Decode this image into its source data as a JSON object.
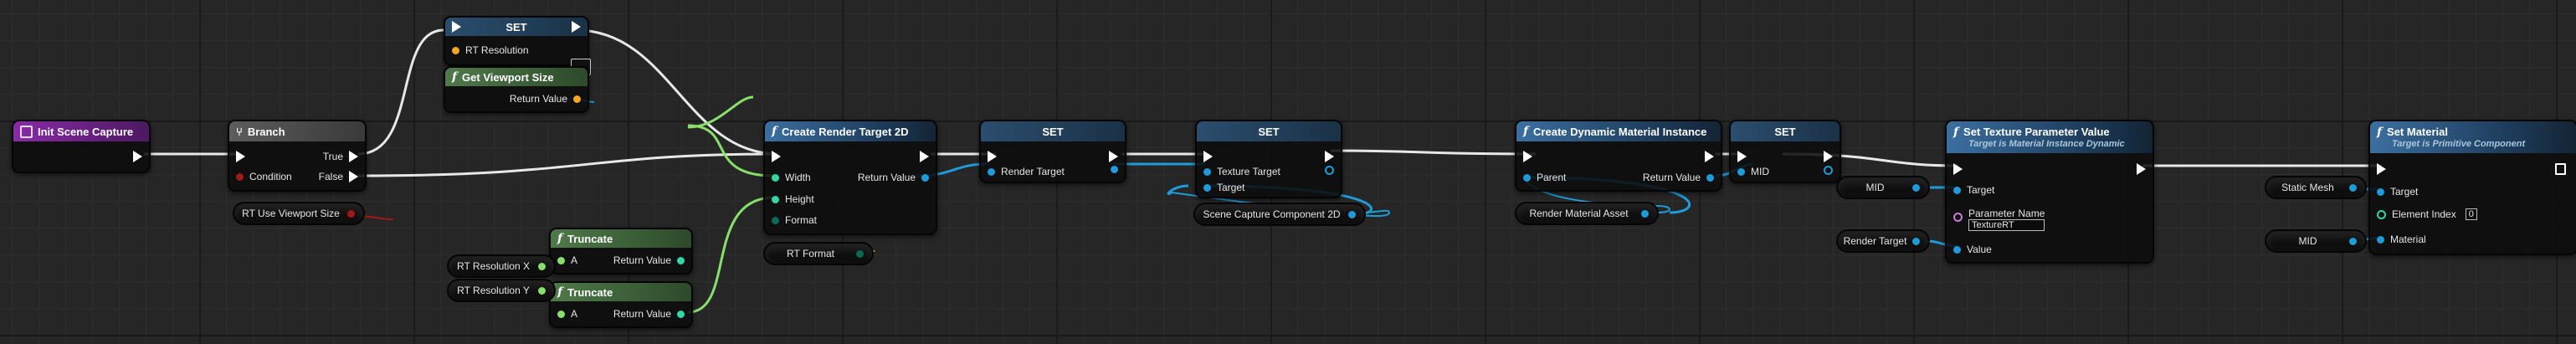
{
  "colors": {
    "exec": "#ffffff",
    "object": "#1e9bd8",
    "bool": "#a31818",
    "int": "#33d6a5",
    "float": "#88e06b",
    "struct": "#f5a623"
  },
  "nodes": {
    "init_scene_capture": {
      "title": "Init Scene Capture"
    },
    "branch": {
      "title": "Branch",
      "true": "True",
      "false": "False",
      "condition": "Condition"
    },
    "set_rt_resolution": {
      "title": "SET",
      "pin": "RT Resolution"
    },
    "get_viewport_size": {
      "title": "Get Viewport Size",
      "return": "Return Value"
    },
    "create_render_target": {
      "title": "Create Render Target 2D",
      "width": "Width",
      "height": "Height",
      "format": "Format",
      "return": "Return Value"
    },
    "truncate_1": {
      "title": "Truncate",
      "a": "A",
      "return": "Return Value"
    },
    "truncate_2": {
      "title": "Truncate",
      "a": "A",
      "return": "Return Value"
    },
    "set_render_target": {
      "title": "SET",
      "pin": "Render Target"
    },
    "set_texture_target": {
      "title": "SET",
      "pin1": "Texture Target",
      "pin2": "Target"
    },
    "create_dmi": {
      "title": "Create Dynamic Material Instance",
      "parent": "Parent",
      "return": "Return Value"
    },
    "set_mid": {
      "title": "SET",
      "pin": "MID"
    },
    "set_texture_param": {
      "title": "Set Texture Parameter Value",
      "subtitle": "Target is Material Instance Dynamic",
      "target": "Target",
      "param_name": "Parameter Name",
      "param_value": "TextureRT",
      "value": "Value"
    },
    "set_material": {
      "title": "Set Material",
      "subtitle": "Target is Primitive Component",
      "target": "Target",
      "element_index": "Element Index",
      "element_index_value": "0",
      "material": "Material"
    }
  },
  "variables": {
    "rt_use_viewport_size": "RT Use Viewport Size",
    "rt_resolution_x": "RT Resolution X",
    "rt_resolution_y": "RT Resolution Y",
    "rt_format": "RT Format",
    "scene_capture_component": "Scene Capture Component 2D",
    "render_material_asset": "Render Material Asset",
    "mid_1": "MID",
    "render_target": "Render Target",
    "static_mesh": "Static Mesh",
    "mid_2": "MID"
  }
}
